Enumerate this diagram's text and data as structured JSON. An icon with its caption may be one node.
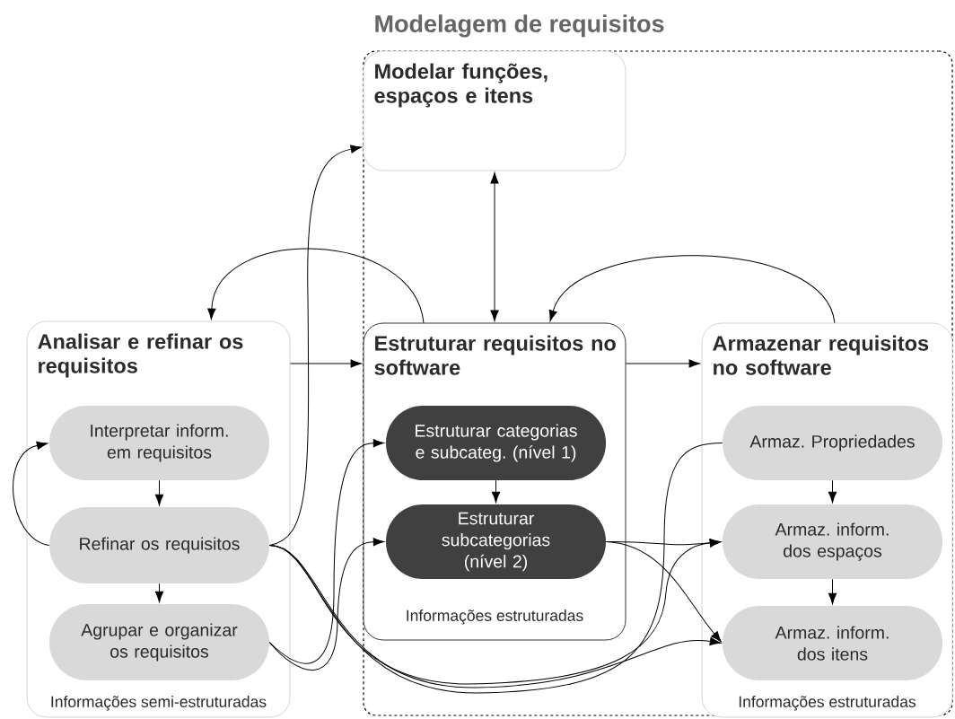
{
  "diagram": {
    "nodes": [
      {
        "text": [
          "Modelagem de requisitos"
        ]
      },
      {
        "text": [
          "Analisar e refinar os requisitos",
          "Informações semi-estruturadas"
        ]
      },
      {
        "text": [
          "Interpretar inform. em requisitos"
        ],
        "in": 1
      },
      {
        "text": [
          "Refinar os requisitos"
        ],
        "in": 1
      },
      {
        "text": [
          "Agrupar e organizar os requisitos"
        ],
        "in": 1
      },
      {
        "text": [
          "Modelar funções, espaços e itens"
        ],
        "in": 0
      },
      {
        "text": [
          "Estruturar requisitos no software",
          "Informações estruturadas"
        ],
        "in": 0
      },
      {
        "text": [
          "Estruturar categorias e subcateg. (nível 1)"
        ],
        "in": 6
      },
      {
        "text": [
          "Estruturar subcategorias (nível 2)"
        ],
        "in": 6
      },
      {
        "text": [
          "Armazenar requisitos no software",
          "Informações estruturadas"
        ],
        "in": 0
      },
      {
        "text": [
          "Armaz. Propriedades"
        ],
        "in": 9
      },
      {
        "text": [
          "Armaz. inform. dos espaços"
        ],
        "in": 9
      },
      {
        "text": [
          "Armaz. inform. dos itens"
        ],
        "in": 9
      }
    ],
    "edges": [
      {
        "from": 1,
        "to": 6,
        "arrow": "to"
      },
      {
        "from": 6,
        "to": 9,
        "arrow": "to"
      },
      {
        "from": 5,
        "to": 6,
        "arrow": "both"
      },
      {
        "from": 6,
        "to": 1,
        "arrow": "to"
      },
      {
        "from": 9,
        "to": 6,
        "arrow": "to"
      },
      {
        "from": 3,
        "to": 5,
        "arrow": "to"
      },
      {
        "from": 3,
        "to": 2,
        "arrow": "to"
      },
      {
        "from": 2,
        "to": 3,
        "arrow": "to"
      },
      {
        "from": 3,
        "to": 4,
        "arrow": "to"
      },
      {
        "from": 7,
        "to": 8,
        "arrow": "to"
      },
      {
        "from": 10,
        "to": 11,
        "arrow": "to"
      },
      {
        "from": 11,
        "to": 12,
        "arrow": "to"
      },
      {
        "from": 4,
        "to": 7,
        "arrow": "to"
      },
      {
        "from": 4,
        "to": 8,
        "arrow": "to"
      },
      {
        "from": 3,
        "to": 11,
        "arrow": "to"
      },
      {
        "from": 3,
        "to": 12,
        "arrow": "to"
      },
      {
        "from": 3,
        "to": 10,
        "arrow": "none"
      },
      {
        "from": 8,
        "to": 11,
        "arrow": "to"
      },
      {
        "from": 8,
        "to": 12,
        "arrow": "to"
      }
    ]
  }
}
